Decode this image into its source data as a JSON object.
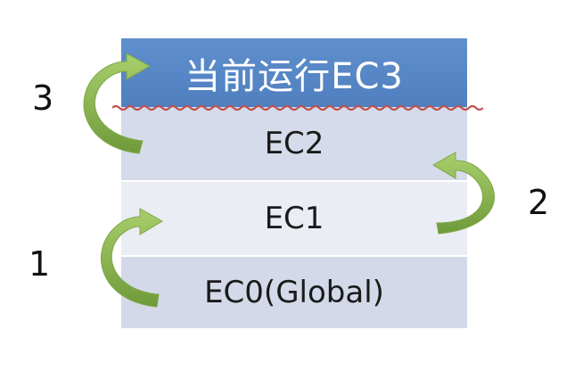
{
  "layers": {
    "current": "当前运行EC3",
    "ec2": "EC2",
    "ec1": "EC1",
    "ec0": "EC0(Global)"
  },
  "steps": [
    "1",
    "2",
    "3"
  ],
  "colors": {
    "current_layer": "#4f7fbf",
    "layer_light": "#eaedf4",
    "layer_mid": "#d5dbea",
    "arrow_green": "#8ab451",
    "underline_red": "#c0504d"
  }
}
